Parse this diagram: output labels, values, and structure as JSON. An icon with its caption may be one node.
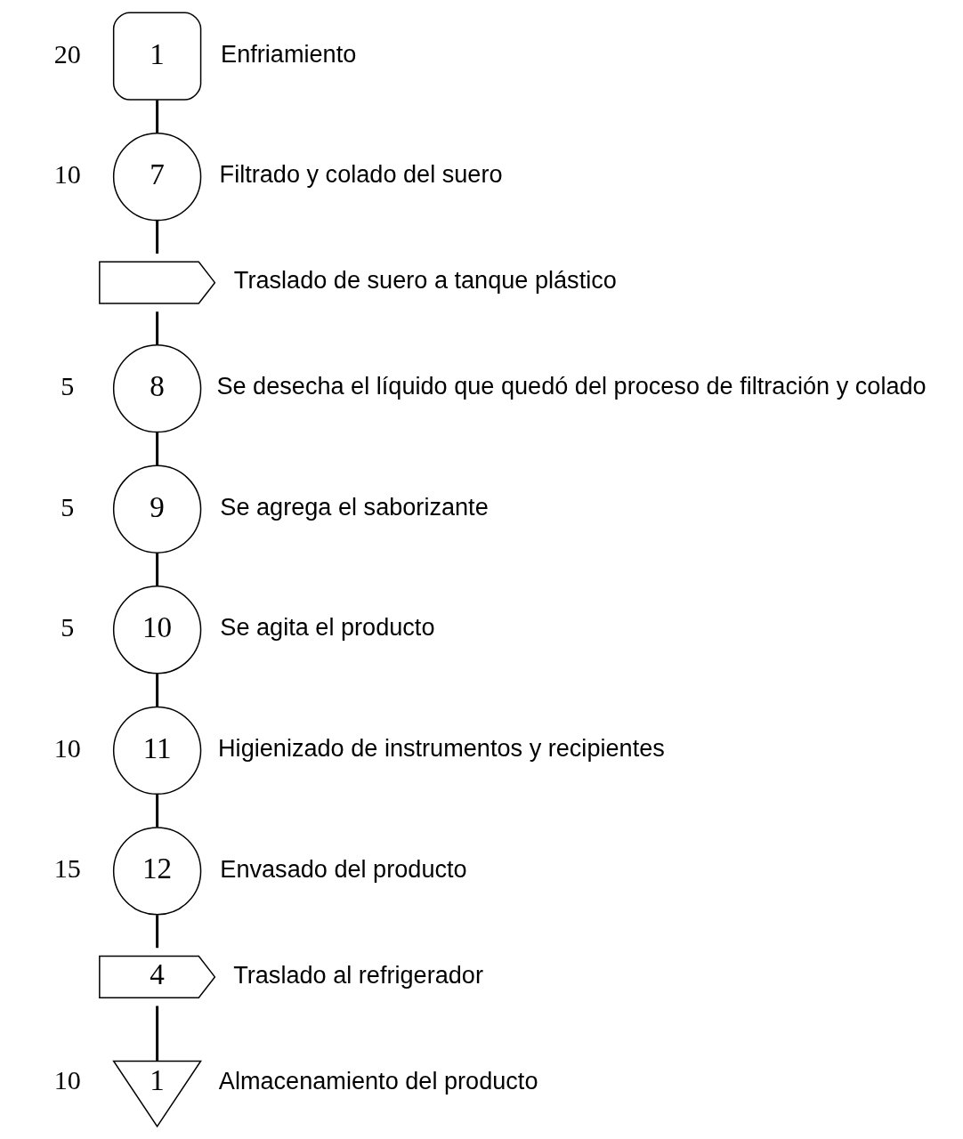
{
  "diagram": {
    "nodes": [
      {
        "text": [
          "1"
        ],
        "beside": [
          "20",
          "Enfriamiento"
        ]
      },
      {
        "text": [
          "7"
        ],
        "beside": [
          "10",
          "Filtrado y colado del suero"
        ]
      },
      {
        "text": [],
        "shape": "arrow",
        "beside": [
          "Traslado de suero a tanque plástico"
        ]
      },
      {
        "text": [
          "8"
        ],
        "beside": [
          "5",
          "Se desecha el líquido que quedó del proceso de filtración y colado"
        ]
      },
      {
        "text": [
          "9"
        ],
        "beside": [
          "5",
          "Se agrega el saborizante"
        ]
      },
      {
        "text": [
          "10"
        ],
        "beside": [
          "5",
          "Se agita el producto"
        ]
      },
      {
        "text": [
          "11"
        ],
        "beside": [
          "10",
          "Higienizado de instrumentos y recipientes"
        ]
      },
      {
        "text": [
          "12"
        ],
        "beside": [
          "15",
          "Envasado del producto"
        ]
      },
      {
        "text": [
          "4"
        ],
        "beside": [
          "Traslado al refrigerador"
        ]
      },
      {
        "text": [
          "1"
        ],
        "beside": [
          "10",
          "Almacenamiento del producto"
        ]
      }
    ],
    "edges": [
      {
        "from": 0,
        "to": 1,
        "arrow": "none"
      },
      {
        "from": 1,
        "to": 2,
        "arrow": "none"
      },
      {
        "from": 2,
        "to": 3,
        "arrow": "none"
      },
      {
        "from": 3,
        "to": 4,
        "arrow": "none"
      },
      {
        "from": 4,
        "to": 5,
        "arrow": "none"
      },
      {
        "from": 5,
        "to": 6,
        "arrow": "none"
      },
      {
        "from": 6,
        "to": 7,
        "arrow": "none"
      },
      {
        "from": 7,
        "to": 8,
        "arrow": "none"
      },
      {
        "from": 8,
        "to": 9,
        "arrow": "none"
      }
    ]
  }
}
